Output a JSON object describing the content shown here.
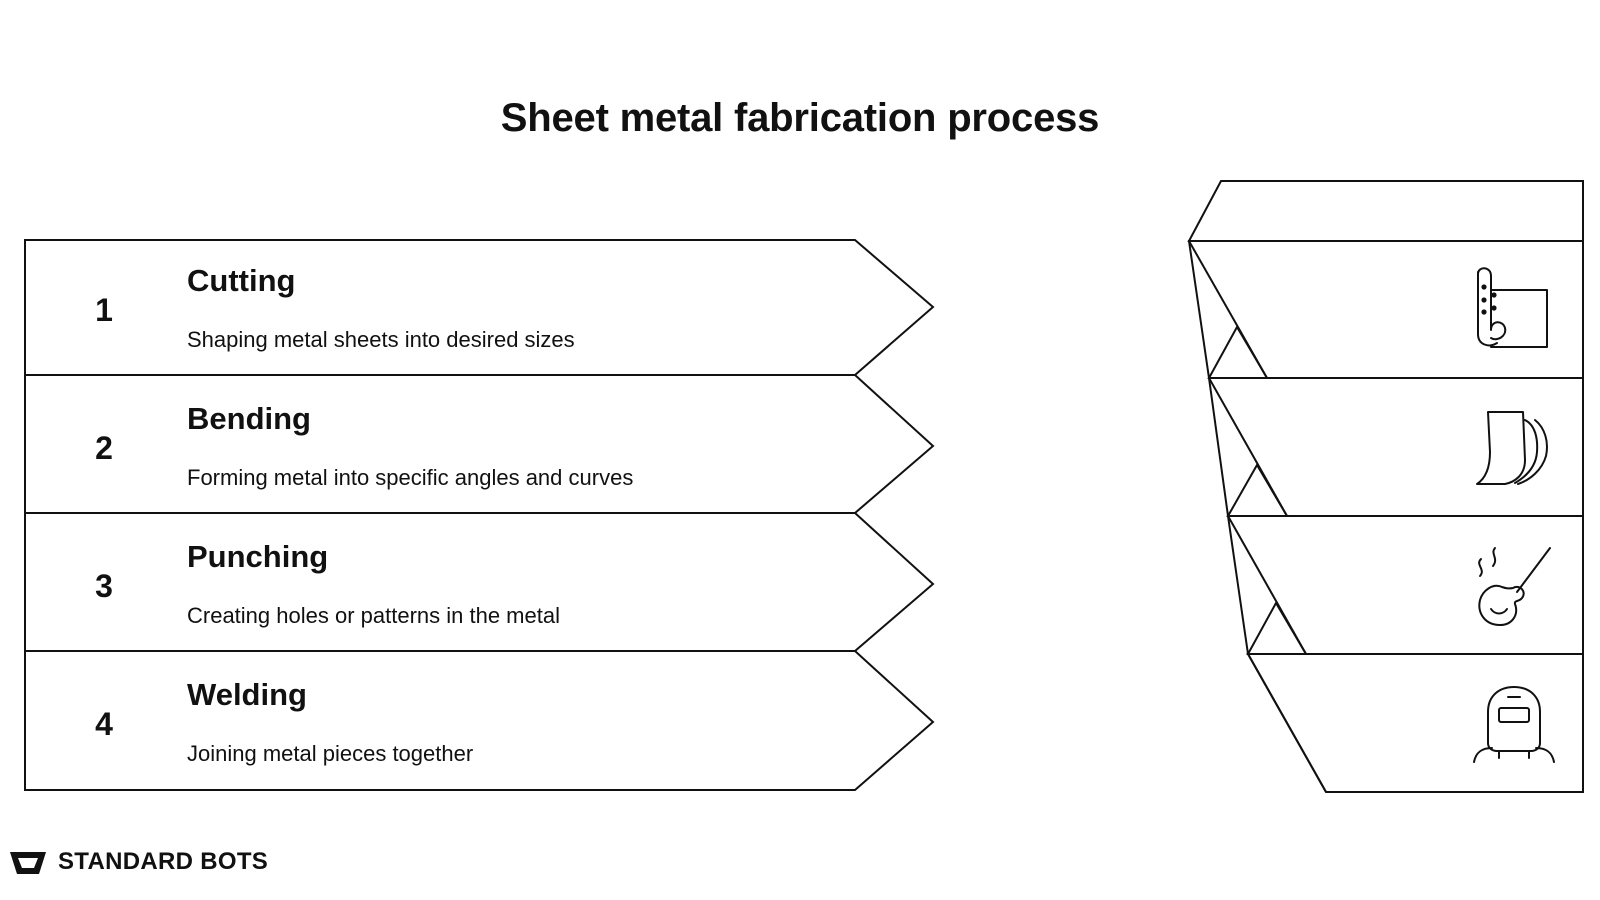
{
  "title": "Sheet metal fabrication process",
  "steps": [
    {
      "number": "1",
      "title": "Cutting",
      "description": "Shaping metal sheets into desired sizes",
      "icon": "cutting-icon"
    },
    {
      "number": "2",
      "title": "Bending",
      "description": "Forming metal into specific angles and curves",
      "icon": "bending-icon"
    },
    {
      "number": "3",
      "title": "Punching",
      "description": "Creating holes or patterns in the metal",
      "icon": "punching-icon"
    },
    {
      "number": "4",
      "title": "Welding",
      "description": "Joining metal pieces together",
      "icon": "welding-icon"
    }
  ],
  "brand": {
    "name": "STANDARD BOTS",
    "icon": "standard-bots-logo"
  },
  "colors": {
    "stroke": "#111111",
    "background": "#ffffff",
    "text": "#111111"
  }
}
